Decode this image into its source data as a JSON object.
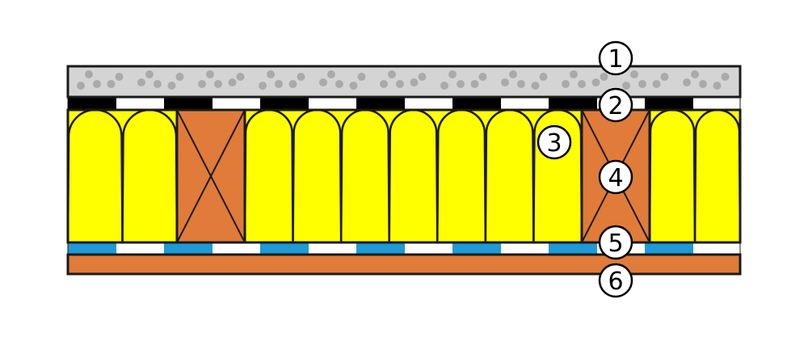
{
  "colors": {
    "background": "#ffffff",
    "gravel_fill": "#d4d4d4",
    "gravel_dots": "#aaaaaa",
    "insulation": "#ffff00",
    "timber": "#e07b39",
    "membrane_dark": "#000000",
    "membrane_blue": "#1e9ad6",
    "membrane_gap": "#ffffff",
    "outline": "#1a1a1a"
  },
  "callouts": [
    {
      "id": "1",
      "label": "1"
    },
    {
      "id": "2",
      "label": "2"
    },
    {
      "id": "3",
      "label": "3"
    },
    {
      "id": "4",
      "label": "4"
    },
    {
      "id": "5",
      "label": "5"
    },
    {
      "id": "6",
      "label": "6"
    }
  ]
}
